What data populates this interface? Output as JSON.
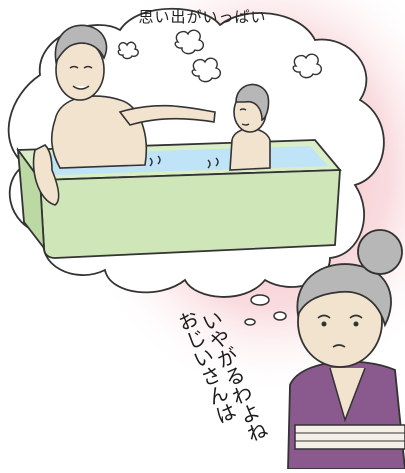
{
  "bubble_text": "思い出がいっぱい",
  "thought_line_1": "おじいさんは",
  "thought_line_2": "いやがるわよね",
  "colors": {
    "pink_glow": "#f6c8cc",
    "tub_green": "#cfe6b8",
    "water_blue": "#bfe3f7",
    "kimono_purple": "#8a5a8e",
    "skin": "#f2e3cf",
    "hair_gray": "#b7b7b7"
  }
}
